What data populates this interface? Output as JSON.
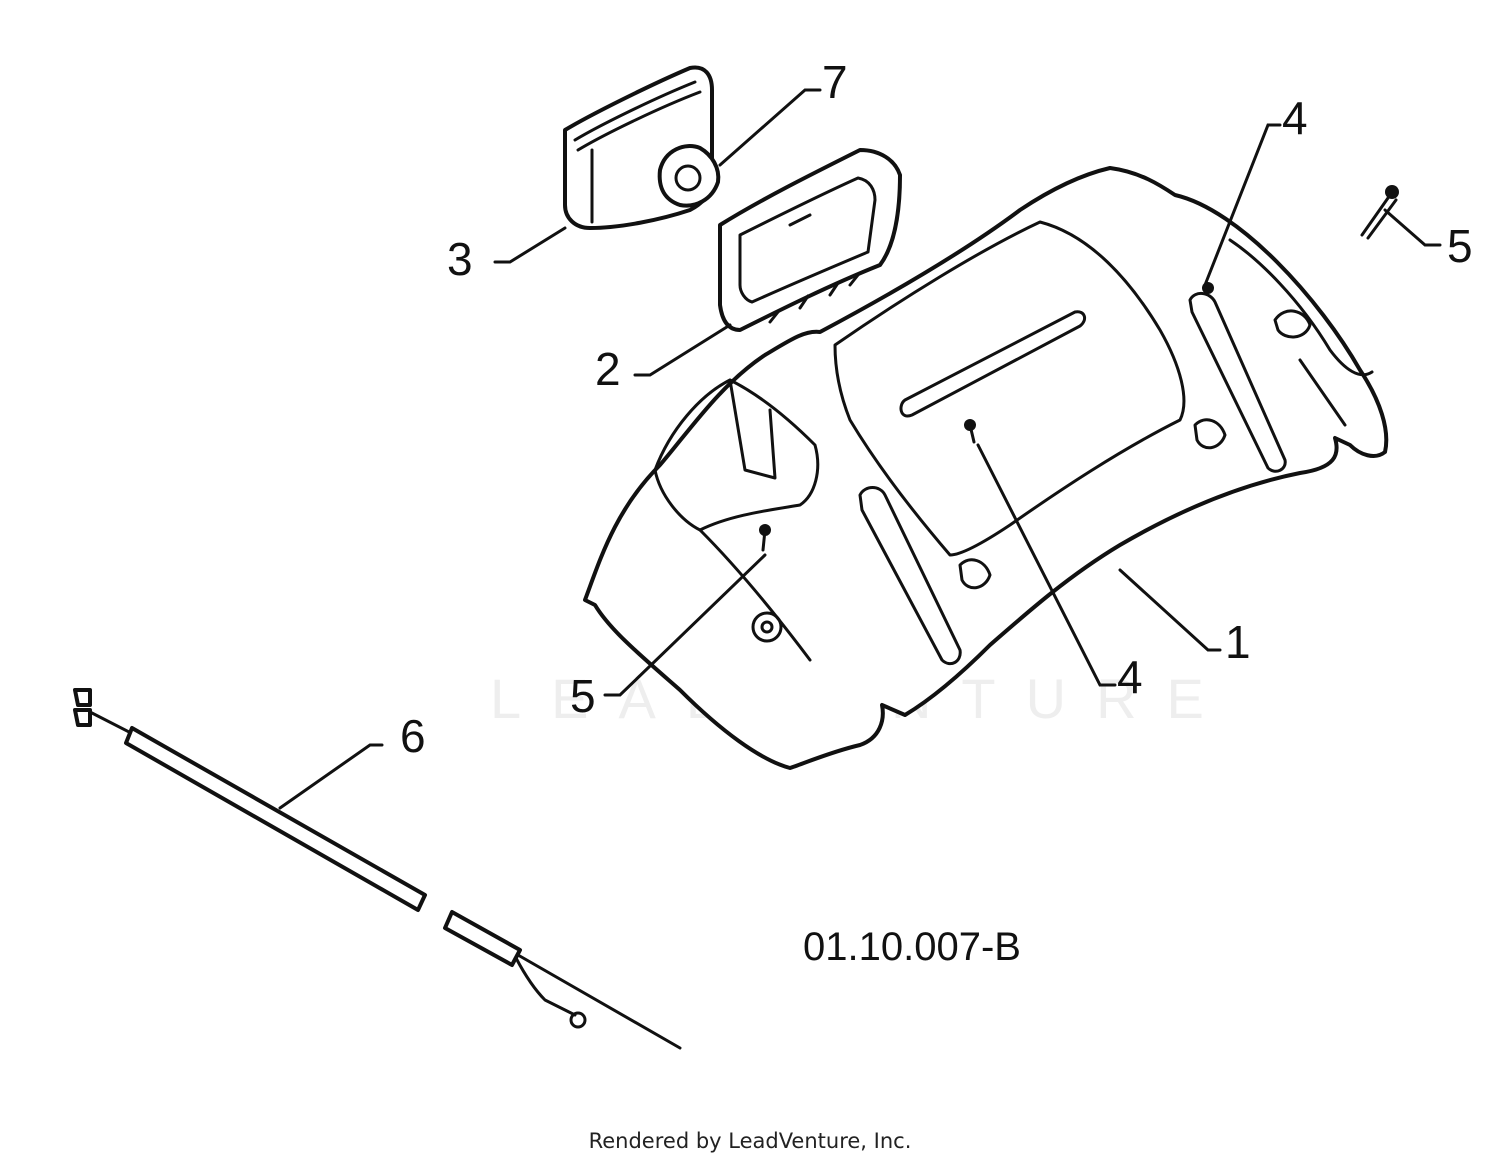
{
  "figure_id": "01.10.007-B",
  "footer_credit": "Rendered by LeadVenture, Inc.",
  "watermark": "LEADVENTURE",
  "callouts": {
    "c1": "1",
    "c2": "2",
    "c3": "3",
    "c4_right": "4",
    "c4_center": "4",
    "c5_top": "5",
    "c5_left": "5",
    "c6": "6",
    "c7": "7"
  },
  "parts": {
    "hood": "1",
    "headlight_housing": "2",
    "headlight": "3",
    "screw": "4",
    "bolt": "5",
    "cable": "6",
    "bulb_socket": "7"
  },
  "colors": {
    "line": "#111111",
    "background": "#ffffff",
    "watermark": "#eeeeee"
  }
}
